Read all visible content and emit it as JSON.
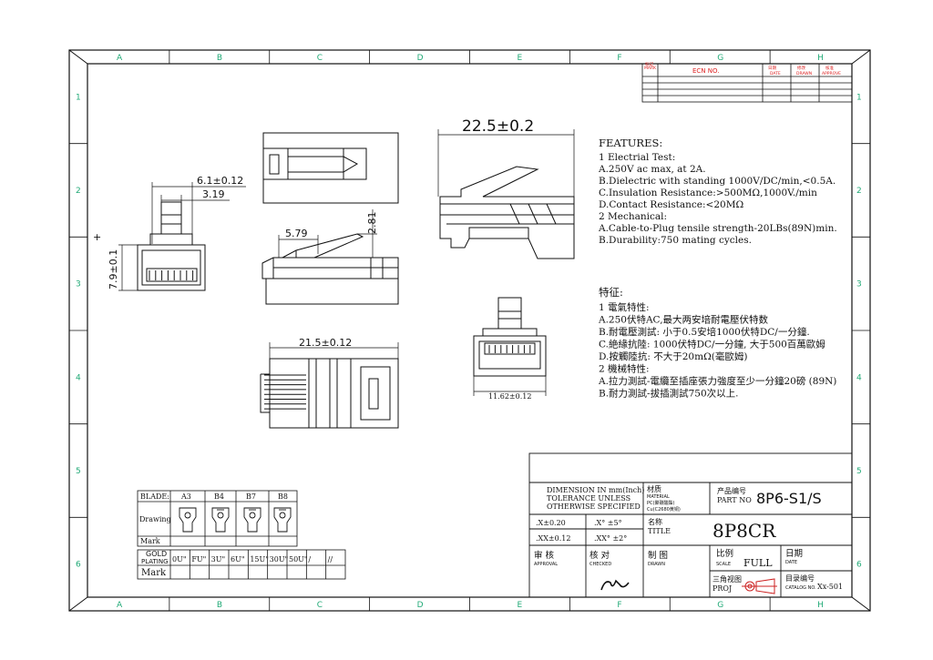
{
  "zones": {
    "columns": [
      "A",
      "B",
      "C",
      "D",
      "E",
      "F",
      "G",
      "H"
    ],
    "rows": [
      "1",
      "2",
      "3",
      "4",
      "5",
      "6"
    ]
  },
  "ecn_header": {
    "area": "标记\nMARK",
    "ecn_no": "ECN NO.",
    "date_cn": "日期",
    "date_en": "DATE",
    "drawn_cn": "修改",
    "drawn_en": "DRAWN",
    "approve_cn": "核准",
    "approve_en": "APPROVE"
  },
  "dimensions": {
    "width_outer": "6.1±0.12",
    "width_inner": "3.19",
    "height_front": "7.9±0.1",
    "side_length": "22.5±0.2",
    "latch_offset": "5.79",
    "latch_height": "2.81",
    "bottom_length": "21.5±0.12",
    "front_width": "11.62±0.12"
  },
  "features_en": {
    "title": "FEATURES:",
    "lines": [
      "1 Electrial Test:",
      "A.250V ac max, at 2A.",
      "B.Dielectric with standing 1000V/DC/min,<0.5A.",
      "C.Insulation Resistance:>500MΩ,1000V./min",
      "D.Contact Resistance:<20MΩ",
      "2 Mechanical:",
      "A.Cable-to-Plug tensile strength-20LBs(89N)min.",
      "B.Durability:750 mating cycles."
    ]
  },
  "features_cn": {
    "title": "特征:",
    "lines": [
      "1 電氣特性:",
      "A.250伏特AC,最大两安培耐電壓伏特数",
      "B.耐電壓測試: 小于0.5安培1000伏特DC/一分鐘.",
      "C.絶緣抗陸: 1000伏特DC/一分鐘, 大于500百萬歐姆",
      "D.按觸陸抗: 不大于20mΩ(毫歐姆)",
      "2 機械特性:",
      "A.拉力測試-電纜至插座張力強度至少一分鐘20磅 (89N)",
      "B.耐力測試-拔插測試750次以上."
    ]
  },
  "blade_table": {
    "row1_label": "BLADE:",
    "types": [
      "A3",
      "B4",
      "B7",
      "B8"
    ],
    "row2_label": "Drawing",
    "row3_label": "Mark"
  },
  "plating_table": {
    "label_line1": "GOLD",
    "label_line2": "PLATING",
    "options": [
      "0U\"",
      "FU\"",
      "3U\"",
      "6U\"",
      "15U\"",
      "30U\"",
      "50U\"",
      "/",
      "//"
    ],
    "mark_label": "Mark"
  },
  "title_block": {
    "dimension_note": [
      "DIMENSION IN mm(Inch)",
      "TOLERANCE UNLESS",
      "OTHERWISE SPECIFIED"
    ],
    "material_cn": "材质",
    "material_en": "MATERIAL",
    "material_1": "PC(聚碳酸酯)",
    "material_2": "Cu(C2680黄铜)",
    "part_no_cn": "产品编号",
    "part_no_en": "PART NO",
    "part_no": "8P6-S1/S",
    "tol_x": ".X±0.20",
    "tol_xx": ".XX±0.12",
    "tol_ang1": ".X° ±5°",
    "tol_ang2": ".XX° ±2°",
    "title_cn": "名称",
    "title_en": "TITLE",
    "title": "8P8CR",
    "approval_cn": "审 核",
    "approval_en": "APPROVAL",
    "checked_cn": "核 对",
    "checked_en": "CHECKED",
    "drawn_cn": "制 图",
    "drawn_en": "DRAWN",
    "scale_cn": "比例",
    "scale_en": "SCALE",
    "scale": "FULL",
    "date_cn": "日期",
    "date_en": "DATE",
    "proj_cn": "三角视图",
    "proj_en": "PROJ",
    "catalog_cn": "目录编号",
    "catalog_en": "CATALOG NO.",
    "catalog": "Xx-501"
  },
  "colors": {
    "line": "#111111",
    "zone": "#22aa77",
    "ecn": "#dd2222",
    "proj_red": "#cc2222"
  }
}
